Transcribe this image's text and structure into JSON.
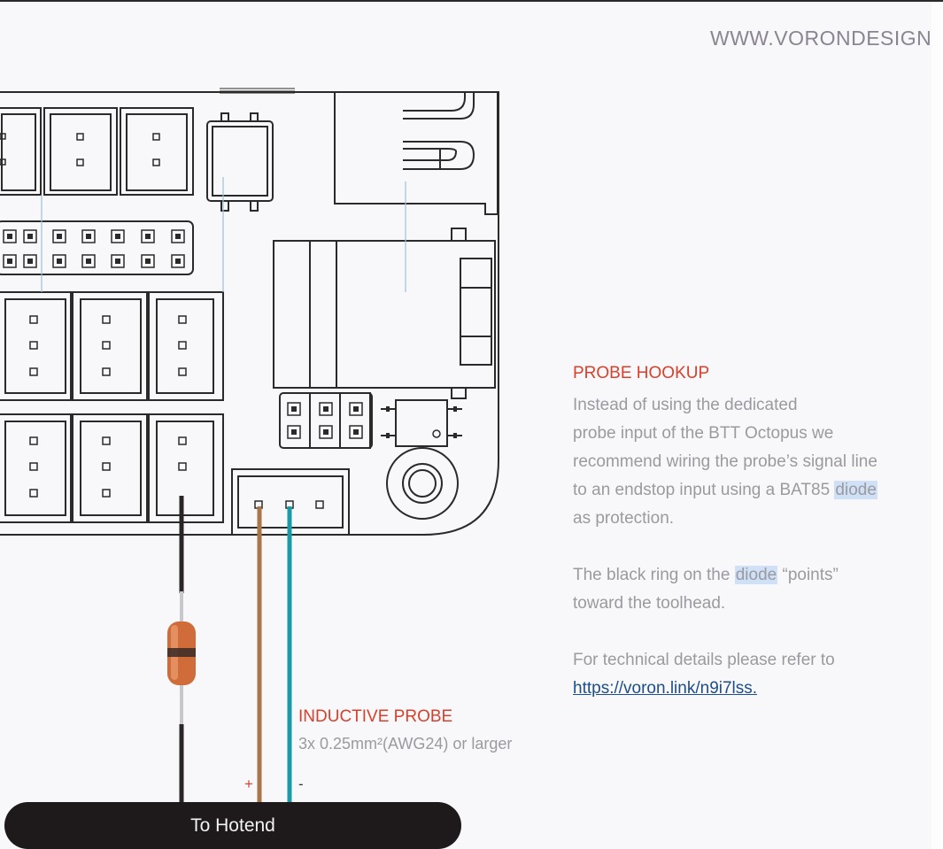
{
  "header": {
    "site_url": "WWW.VORONDESIGN"
  },
  "probe_hookup": {
    "title": "PROBE HOOKUP",
    "para1_lines": [
      "Instead of using the dedicated",
      "probe input of the BTT Octopus we",
      "recommend wiring the probe’s signal line"
    ],
    "para1_line4_before": "to an endstop input using a BAT85 ",
    "para1_line4_highlight": "diode",
    "para1_line5": "as protection.",
    "para2_before": "The black ring on the ",
    "para2_highlight": "diode",
    "para2_after": " “points”",
    "para2_line2": "toward the toolhead.",
    "para3_line1": "For technical details please refer to",
    "link_text": "https://voron.link/n9i7lss."
  },
  "inductive_probe": {
    "title": "INDUCTIVE PROBE",
    "spec": "3x 0.25mm²(AWG24) or larger",
    "plus_label": "+",
    "minus_label": "-"
  },
  "hotend_label": "To Hotend",
  "colors": {
    "accent_red": "#d9402c",
    "body_text": "#9a9a9f",
    "link": "#1d4e8a",
    "wire_brown": "#a9764a",
    "wire_teal": "#1b9aaa",
    "wire_black": "#2a2626",
    "diode_orange": "#d06b3a",
    "highlight": "#cfe0f7"
  }
}
